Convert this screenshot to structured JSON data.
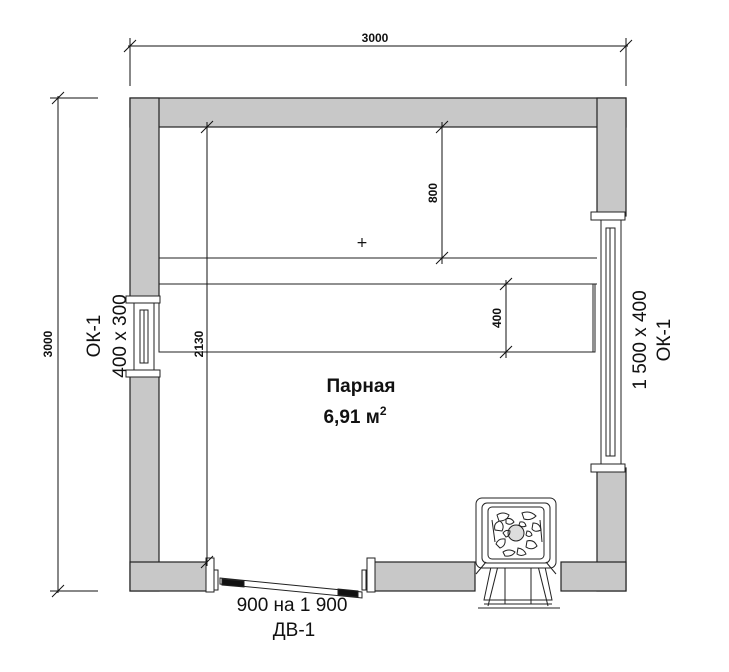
{
  "dimensions": {
    "top_width": "3000",
    "left_height": "3000",
    "shelf_upper_depth": "800",
    "shelf_lower_depth": "400",
    "inner_height": "2130"
  },
  "room": {
    "name": "Парная",
    "area": "6,91 м",
    "area_superscript": "2"
  },
  "window_left": {
    "mark": "ОК-1",
    "size": "400 х 300"
  },
  "window_right": {
    "mark": "ОК-1",
    "size": "1 500 х 400"
  },
  "door": {
    "size": "900 на 1 900",
    "mark": "ДВ-1"
  },
  "colors": {
    "wall_fill": "#c8c8c8",
    "line": "#111111"
  }
}
